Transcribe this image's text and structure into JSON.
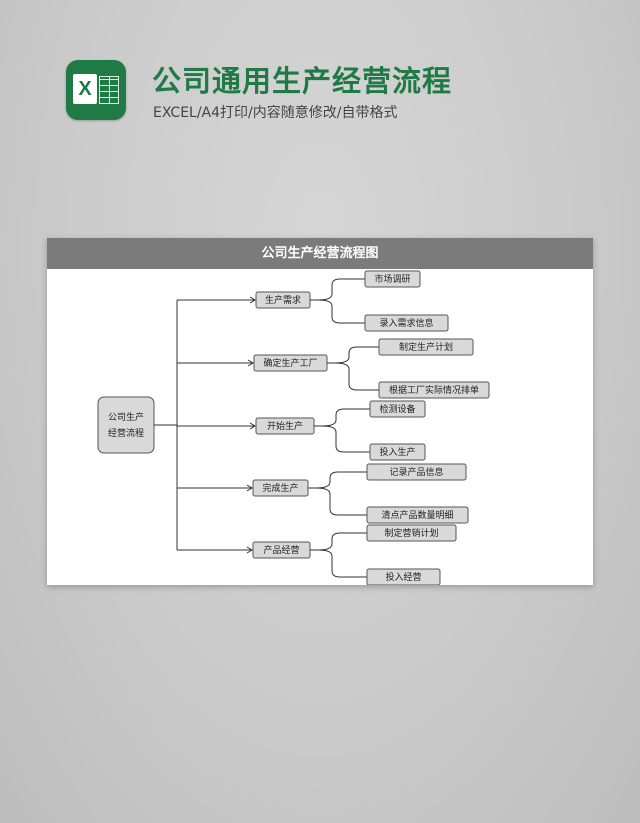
{
  "header": {
    "title": "公司通用生产经营流程",
    "subtitle": "EXCEL/A4打印/内容随意修改/自带格式",
    "logo_letter": "X",
    "logo_icon": "excel-icon",
    "brand_color": "#1f7a45"
  },
  "sheet": {
    "title": "公司生产经营流程图",
    "header_color": "#7b7b7b",
    "root": {
      "label_line1": "公司生产",
      "label_line2": "经营流程"
    },
    "stages": [
      {
        "label": "生产需求",
        "children": [
          "市场调研",
          "录入需求信息"
        ]
      },
      {
        "label": "确定生产工厂",
        "children": [
          "制定生产计划",
          "根据工厂实际情况排单"
        ]
      },
      {
        "label": "开始生产",
        "children": [
          "检测设备",
          "投入生产"
        ]
      },
      {
        "label": "完成生产",
        "children": [
          "记录产品信息",
          "清点产品数量明细"
        ]
      },
      {
        "label": "产品经营",
        "children": [
          "制定营销计划",
          "投入经营"
        ]
      }
    ]
  }
}
